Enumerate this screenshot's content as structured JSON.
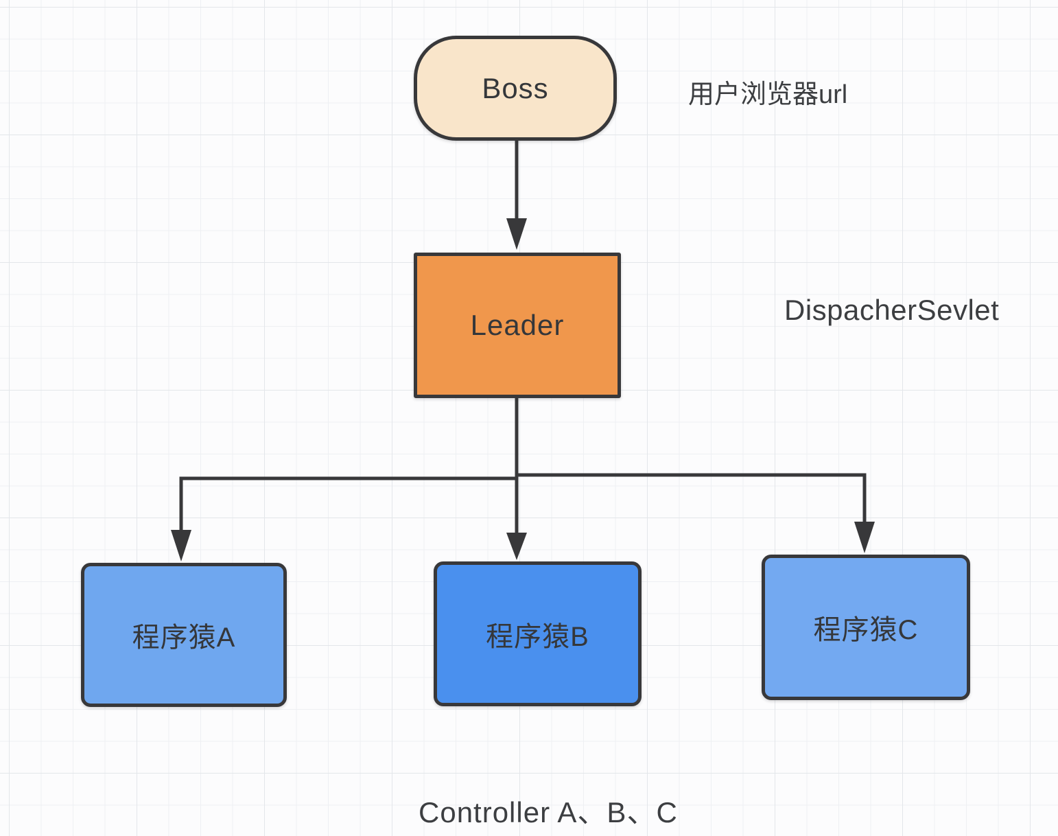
{
  "diagram": {
    "nodes": {
      "boss": {
        "label": "Boss",
        "shape": "rounded-pill",
        "fill": "#f9e5ca"
      },
      "leader": {
        "label": "Leader",
        "shape": "rectangle",
        "fill": "#f0974c"
      },
      "worker_a": {
        "label": "程序猿A",
        "shape": "rounded-rectangle",
        "fill": "#6fa7ef"
      },
      "worker_b": {
        "label": "程序猿B",
        "shape": "rounded-rectangle",
        "fill": "#4a90ee"
      },
      "worker_c": {
        "label": "程序猿C",
        "shape": "rounded-rectangle",
        "fill": "#73a9f1"
      }
    },
    "annotations": {
      "boss_note": "用户浏览器url",
      "leader_note": "DispacherSevlet",
      "bottom_note": "Controller A、B、C"
    },
    "edges": [
      {
        "from": "Boss",
        "to": "Leader"
      },
      {
        "from": "Leader",
        "to": "程序猿A"
      },
      {
        "from": "Leader",
        "to": "程序猿B"
      },
      {
        "from": "Leader",
        "to": "程序猿C"
      }
    ],
    "colors": {
      "node_outline": "#38383a",
      "connector": "#38383a",
      "label_text": "#35373a",
      "background": "#fcfcfd",
      "grid_minor": "#eef0f3",
      "grid_major": "#e3e6ea"
    }
  }
}
